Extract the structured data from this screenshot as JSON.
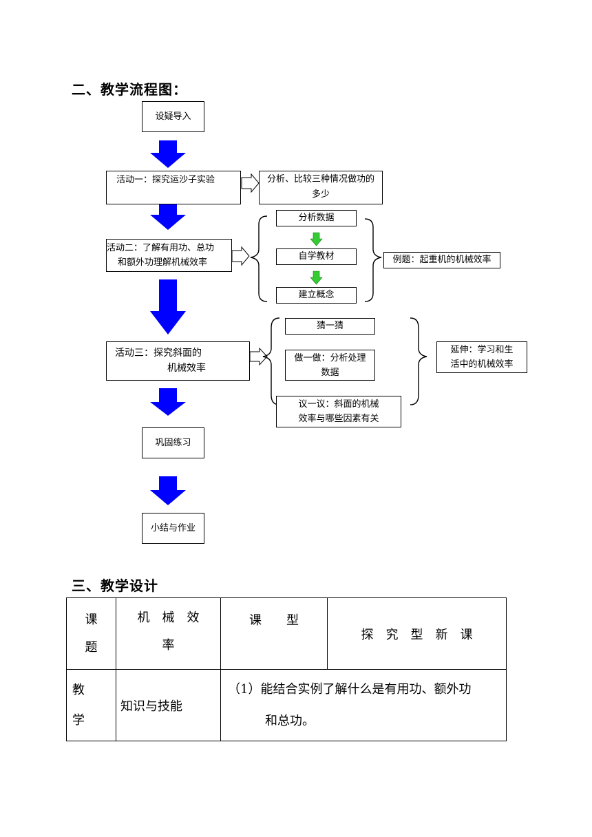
{
  "section2": {
    "title": "二、教学流程图：",
    "nodes": {
      "intro": "设疑导入",
      "activity1": "活动一：探究运沙子实验",
      "activity1_result": [
        "分析、比较三种情况做功的",
        "多少"
      ],
      "activity2": [
        "活动二：了解有用功、总功",
        "和额外功理解机械效率"
      ],
      "step_analyze": "分析数据",
      "step_selfstudy": "自学教材",
      "step_concept": "建立概念",
      "example": "例题：起重机的机械效率",
      "activity3": [
        "活动三：探究斜面的",
        "机械效率"
      ],
      "guess": "猜一猜",
      "do": [
        "做一做：分析处理",
        "数据"
      ],
      "discuss": [
        "议一议：斜面的机械",
        "效率与哪些因素有关"
      ],
      "extension": [
        "延伸：学习和生",
        "活中的机械效率"
      ],
      "practice": "巩固练习",
      "summary": "小结与作业"
    }
  },
  "section3": {
    "title": "三、教学设计",
    "table": {
      "r1": {
        "c1": [
          "课",
          "题"
        ],
        "c2": [
          "机　械　效",
          "率"
        ],
        "c3": "课　　型",
        "c4": "探　究　型　新　课"
      },
      "r2": {
        "c1": [
          "教",
          "学"
        ],
        "c2": "知识与技能",
        "c3": [
          "（1）能结合实例了解什么是有用功、额外功",
          "和总功。"
        ]
      }
    }
  },
  "colors": {
    "big_arrow": "#0000ff",
    "small_arrow": "#33cc33"
  }
}
